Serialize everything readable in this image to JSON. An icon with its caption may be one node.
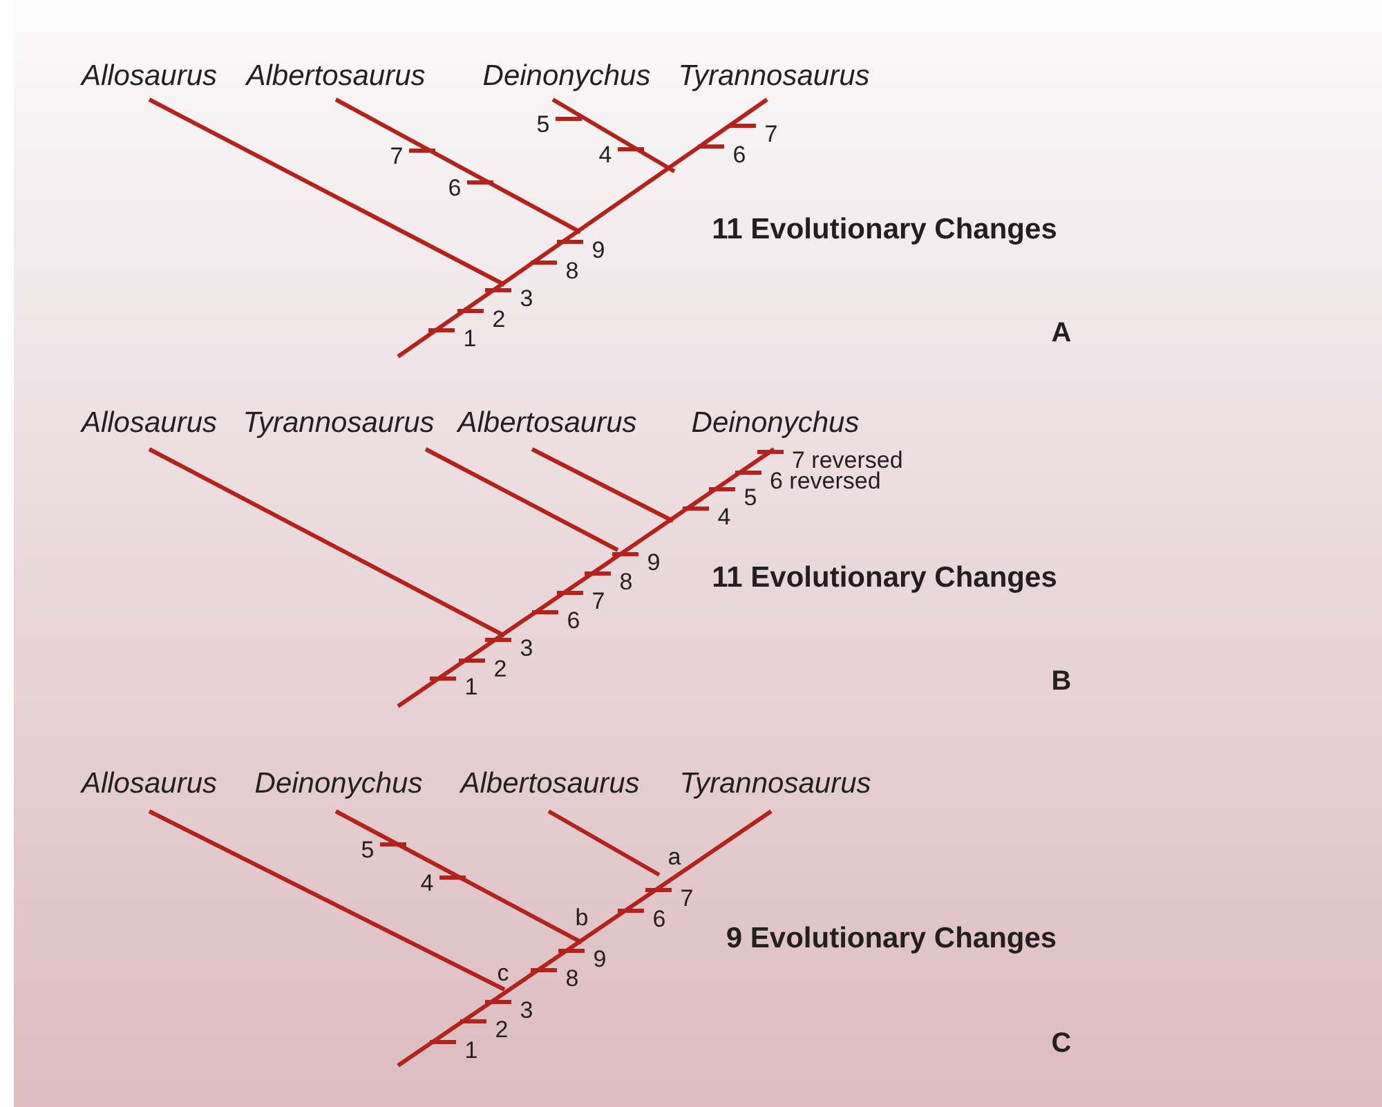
{
  "diagram": {
    "labels": [
      "Allosaurus",
      "Albertosaurus",
      "Deinonychus",
      "Tyrannosaurus",
      "5",
      "7",
      "7",
      "4",
      "6",
      "6",
      "11 Evolutionary Changes",
      "9",
      "8",
      "3",
      "2",
      "1",
      "A",
      "Allosaurus",
      "Tyrannosaurus",
      "Albertosaurus",
      "Deinonychus",
      "7 reversed",
      "6 reversed",
      "5",
      "4",
      "9",
      "11 Evolutionary Changes",
      "8",
      "7",
      "6",
      "3",
      "2",
      "1",
      "B",
      "Allosaurus",
      "Deinonychus",
      "Albertosaurus",
      "Tyrannosaurus",
      "5",
      "a",
      "4",
      "7",
      "b",
      "6",
      "9 Evolutionary Changes",
      "9",
      "c",
      "8",
      "3",
      "2",
      "1",
      "C"
    ]
  }
}
